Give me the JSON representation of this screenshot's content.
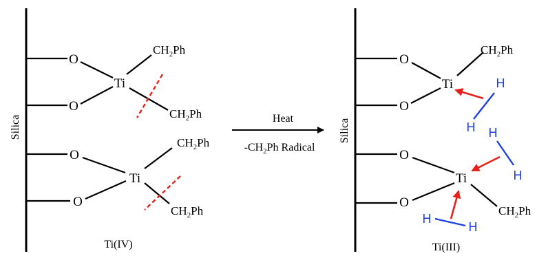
{
  "left_panel": {
    "surface_label": "Silica",
    "oxygen_symbol": "O",
    "metal_symbol": "Ti",
    "group_label": "CH2Ph",
    "group_main": "CH",
    "group_subscript": "2",
    "group_tail": "Ph",
    "caption": "Ti(IV)"
  },
  "reaction": {
    "condition_top": "Heat",
    "condition_bottom_pre": "-CH",
    "condition_bottom_sub": "2",
    "condition_bottom_post": "Ph Radical"
  },
  "right_panel": {
    "surface_label": "Silica",
    "oxygen_symbol": "O",
    "metal_symbol": "Ti",
    "group_main": "CH",
    "group_subscript": "2",
    "group_tail": "Ph",
    "hydrogen_symbol": "H",
    "caption": "Ti(III)"
  },
  "colors": {
    "bond": "#000000",
    "cleavage_mark": "#e8201a",
    "hydrogen": "#1f3fe0",
    "interaction_arrow": "#e8201a"
  }
}
